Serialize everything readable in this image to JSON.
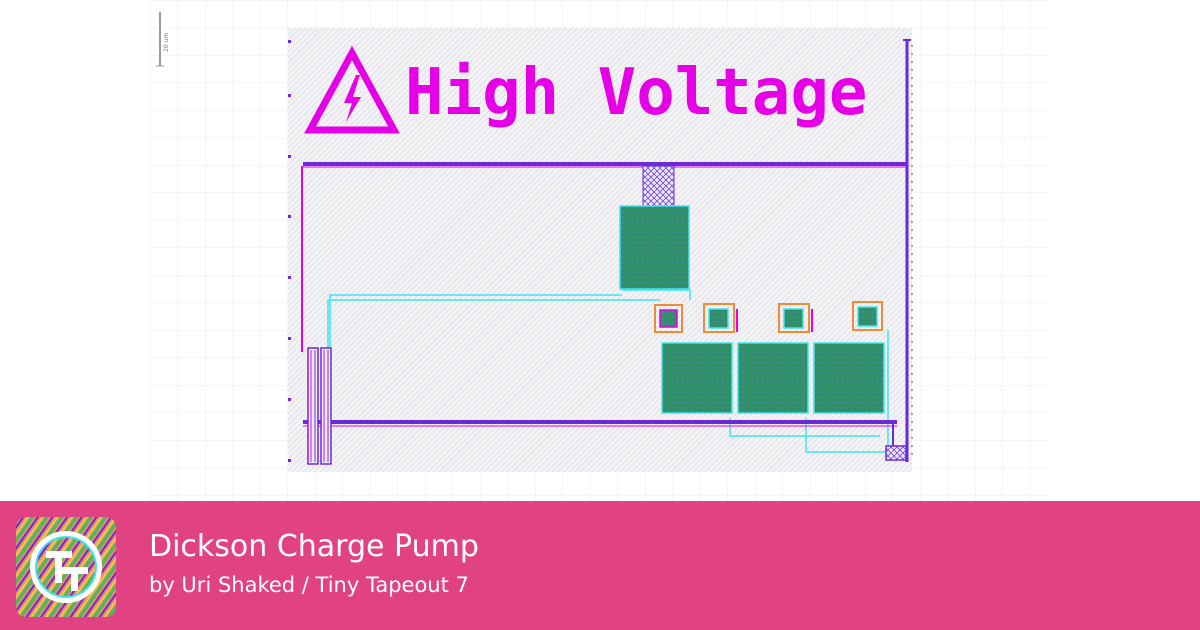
{
  "header": {
    "banner_text": "High Voltage",
    "scale_label": "20 um"
  },
  "footer": {
    "title": "Dickson Charge Pump",
    "byline": "by Uri Shaked / Tiny Tapeout 7"
  },
  "colors": {
    "footer_bg": "#e04282",
    "metal_magenta": "#e600e6",
    "metal_purple": "#6a2bd6",
    "route_cyan": "#41e3f0",
    "capacitor_green": "#2f9163",
    "diode_orange": "#f08b3a",
    "grid": "#d8d8d8"
  },
  "icons": {
    "warning": "high-voltage-warning-icon",
    "logo": "tiny-tapeout-logo"
  }
}
